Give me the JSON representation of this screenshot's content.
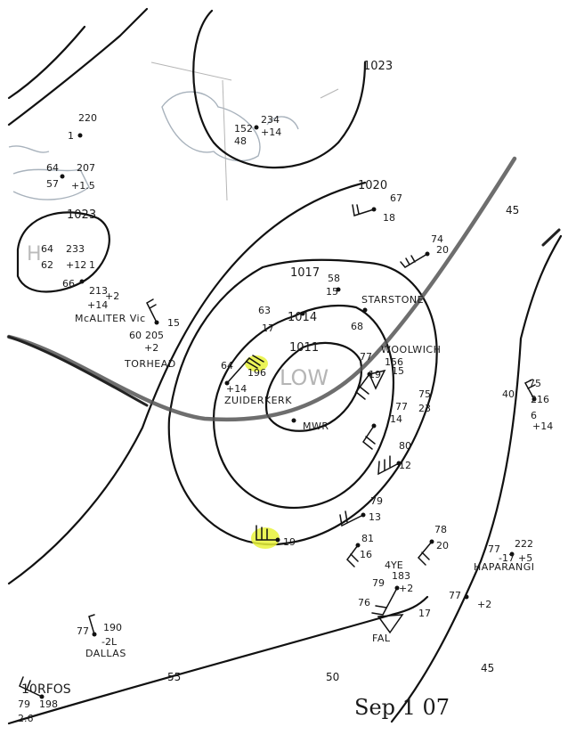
{
  "map": {
    "date_label": "Sep 1 07",
    "isobar_labels": [
      "1023",
      "1020",
      "1023",
      "1017",
      "1014",
      "1011"
    ],
    "pressure_centers": [
      {
        "label": "LOW",
        "kind": "low"
      },
      {
        "label": "H",
        "kind": "high"
      }
    ],
    "stations": [
      {
        "name": "McALITER Vic"
      },
      {
        "name": "TORHEAD"
      },
      {
        "name": "ZUIDERKERK"
      },
      {
        "name": "MWR"
      },
      {
        "name": "STARSTONE"
      },
      {
        "name": "WOOLWICH"
      },
      {
        "name": "HAPARANGI"
      },
      {
        "name": "DALLAS"
      },
      {
        "name": "FAL"
      }
    ],
    "observations": [
      {
        "values": [
          "220",
          "1",
          "64",
          "207",
          "57",
          "+1.5"
        ]
      },
      {
        "values": [
          "152",
          "234",
          "48",
          "+14"
        ]
      },
      {
        "values": [
          "64",
          "233",
          "62",
          "+12",
          "1"
        ]
      },
      {
        "values": [
          "66",
          "213",
          "+14",
          "+2"
        ]
      },
      {
        "values": [
          "15",
          "60",
          "205",
          "+2"
        ]
      },
      {
        "values": [
          "67",
          "18"
        ]
      },
      {
        "values": [
          "58",
          "15"
        ]
      },
      {
        "values": [
          "63",
          "17",
          "68"
        ]
      },
      {
        "values": [
          "74",
          "20"
        ]
      },
      {
        "values": [
          "64",
          "196",
          "+14"
        ]
      },
      {
        "values": [
          "77",
          "19",
          "15",
          "156"
        ]
      },
      {
        "values": [
          "75",
          "77",
          "14",
          "23"
        ]
      },
      {
        "values": [
          "75",
          "40",
          "216",
          "6",
          "+14"
        ]
      },
      {
        "values": [
          "80",
          "12"
        ]
      },
      {
        "values": [
          "79",
          "13"
        ]
      },
      {
        "values": [
          "19"
        ]
      },
      {
        "values": [
          "78",
          "20"
        ]
      },
      {
        "values": [
          "81",
          "16"
        ]
      },
      {
        "values": [
          "77",
          "222",
          "-17",
          "+5"
        ]
      },
      {
        "values": [
          "4YE",
          "183",
          "79",
          "+2"
        ]
      },
      {
        "values": [
          "77",
          "+2"
        ]
      },
      {
        "values": [
          "76",
          "17"
        ]
      },
      {
        "values": [
          "77",
          "190",
          "-2L"
        ]
      },
      {
        "values": [
          "10",
          "RFOS",
          "79",
          "198",
          "2.6"
        ]
      }
    ],
    "longitude_labels": [
      "45",
      "55",
      "50",
      "45"
    ]
  }
}
